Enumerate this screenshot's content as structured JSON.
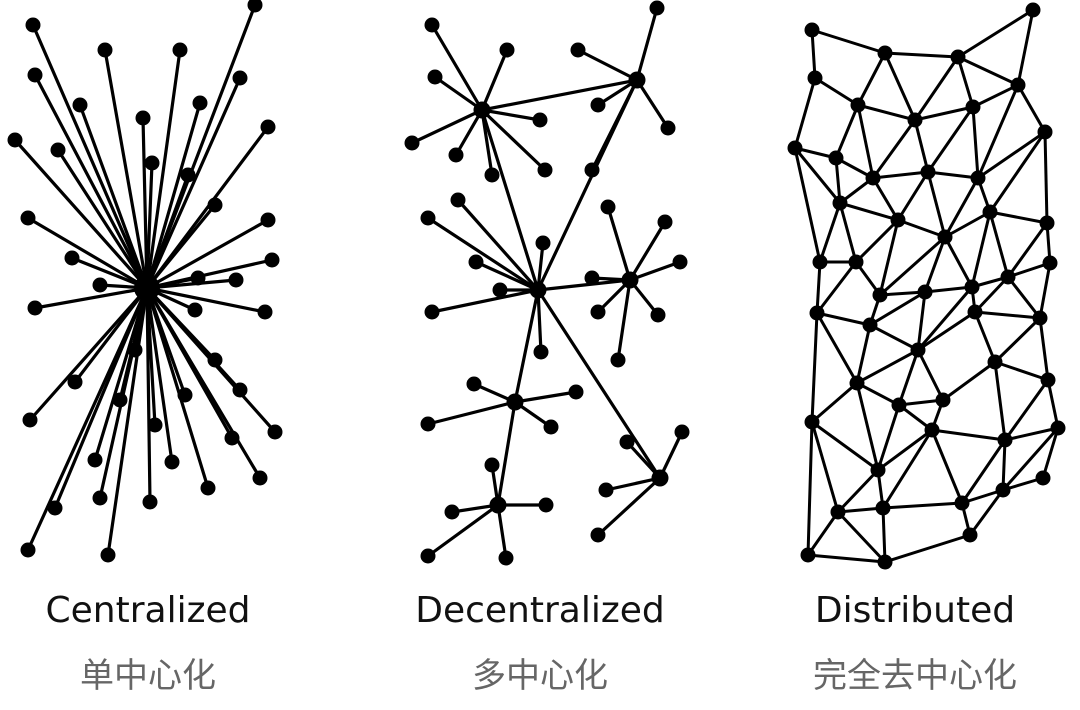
{
  "panels": [
    {
      "title_en": "Centralized",
      "title_zh": "单中心化"
    },
    {
      "title_en": "Decentralized",
      "title_zh": "多中心化"
    },
    {
      "title_en": "Distributed",
      "title_zh": "完全去中心化"
    }
  ],
  "colors": {
    "ink": "#000000",
    "caption_en": "#111111",
    "caption_zh": "#666666",
    "background": "#ffffff"
  }
}
